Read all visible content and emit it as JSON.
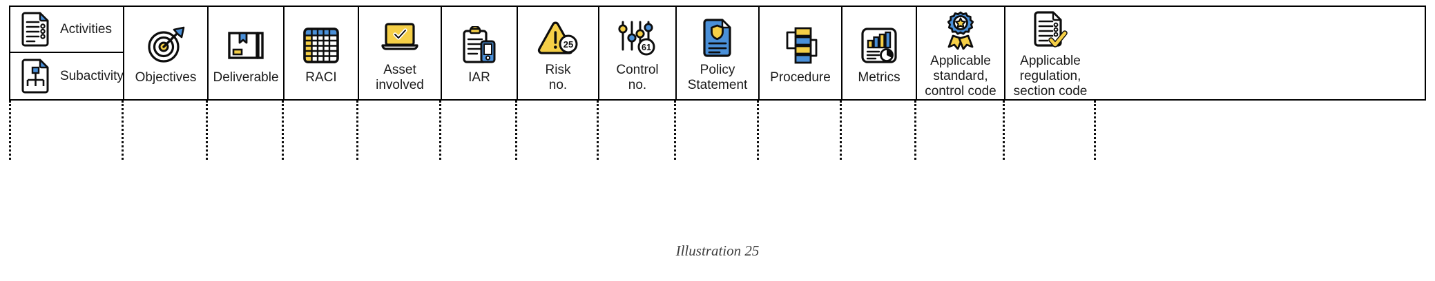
{
  "caption": "Illustration 25",
  "colors": {
    "outline": "#0d0d0d",
    "blue": "#4a90d9",
    "yellow": "#f5cf47",
    "white": "#ffffff",
    "text": "#1a1a1a",
    "caption_text": "#3d3d3d"
  },
  "first_column": {
    "rows": [
      {
        "label": "Activities",
        "icon": "document-list-icon",
        "width": 163
      },
      {
        "label": "Subactivity",
        "icon": "document-org-chart-icon",
        "width": 163
      }
    ]
  },
  "columns": [
    {
      "label": "Objectives",
      "icon": "target-dart-icon",
      "width": 122
    },
    {
      "label": "Deliverable",
      "icon": "package-box-icon",
      "width": 110
    },
    {
      "label": "RACI",
      "icon": "grid-matrix-icon",
      "width": 108
    },
    {
      "label": "Asset\ninvolved",
      "icon": "laptop-check-icon",
      "width": 120
    },
    {
      "label": "IAR",
      "icon": "clipboard-phone-icon",
      "width": 110
    },
    {
      "label": "Risk\nno.",
      "icon": "warning-triangle-25-icon",
      "width": 118
    },
    {
      "label": "Control\nno.",
      "icon": "sliders-61-icon",
      "width": 112
    },
    {
      "label": "Policy\nStatement",
      "icon": "document-shield-icon",
      "width": 120
    },
    {
      "label": "Procedure",
      "icon": "flowchart-icon",
      "width": 120
    },
    {
      "label": "Metrics",
      "icon": "bar-chart-pie-icon",
      "width": 108
    },
    {
      "label": "Applicable\nstandard,\ncontrol code",
      "icon": "award-ribbon-icon",
      "width": 128
    },
    {
      "label": "Applicable\nregulation,\nsection code",
      "icon": "document-checkmark-icon",
      "width": 132
    }
  ],
  "badges": {
    "risk_number": "25",
    "control_number": "61"
  }
}
